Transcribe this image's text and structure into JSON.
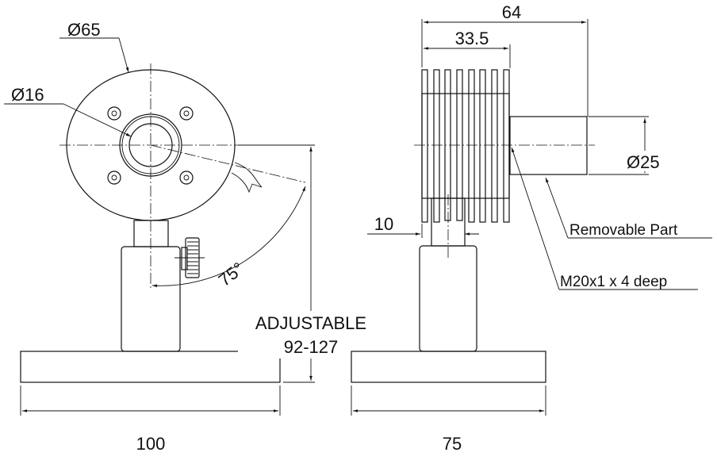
{
  "front_view": {
    "disc_diameter": "Ø65",
    "bore_diameter": "Ø16",
    "tilt_angle": "75°",
    "height_label": "ADJUSTABLE",
    "height_range": "92-127",
    "base_width": "100"
  },
  "side_view": {
    "overall_length": "64",
    "fin_length": "33.5",
    "stem_width": "10",
    "cylinder_diameter": "Ø25",
    "removable_label": "Removable Part",
    "thread_label": "M20x1 x 4 deep",
    "base_width": "75"
  }
}
